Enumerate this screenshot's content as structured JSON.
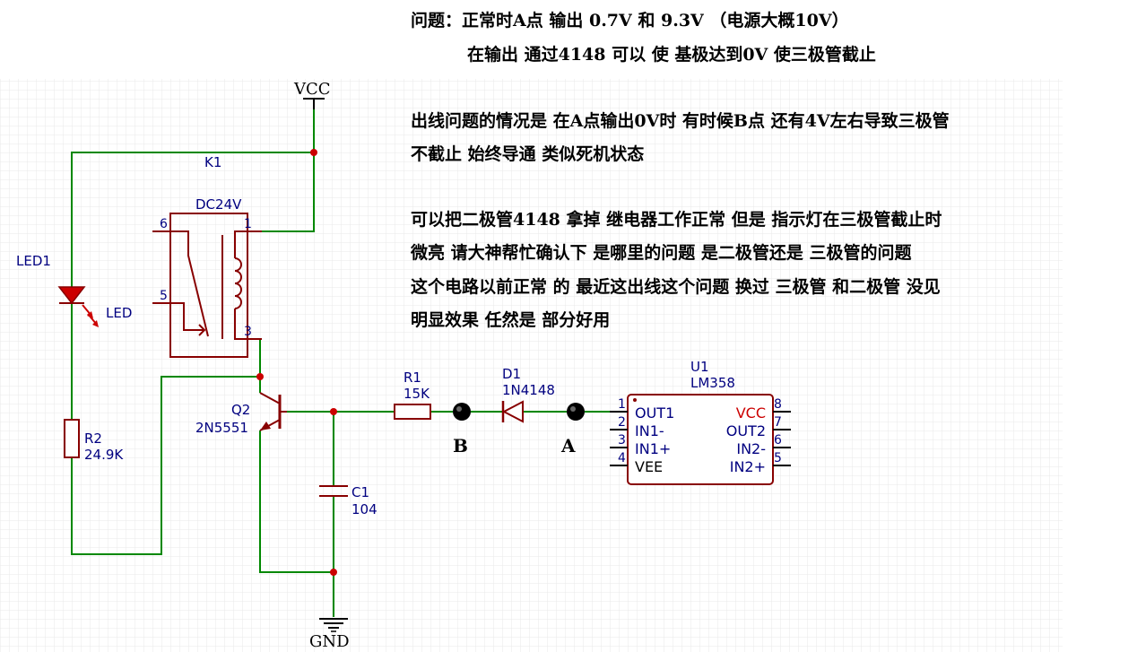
{
  "notes": {
    "line1": "问题：正常时A点 输出 0.7V  和 9.3V    （电源大概10V）",
    "line2": "在输出 通过4148  可以 使 基极达到0V  使三极管截止",
    "line3": "出线问题的情况是  在A点输出0V时  有时候B点  还有4V左右导致三极管",
    "line4": "不截止  始终导通 类似死机状态",
    "line5": "可以把二极管4148 拿掉  继电器工作正常 但是  指示灯在三极管截止时",
    "line6": "微亮  请大神帮忙确认下 是哪里的问题  是二极管还是  三极管的问题",
    "line7": "这个电路以前正常 的  最近这出线这个问题 换过 三极管 和二极管  没见",
    "line8": "明显效果  任然是 部分好用"
  },
  "schematic": {
    "vcc": "VCC",
    "gnd": "GND",
    "relay": {
      "ref": "K1",
      "value": "DC24V",
      "pin1": "1",
      "pin3": "3",
      "pin5": "5",
      "pin6": "6"
    },
    "led": {
      "ref": "LED1",
      "value": "LED"
    },
    "r2": {
      "ref": "R2",
      "value": "24.9K"
    },
    "q2": {
      "ref": "Q2",
      "value": "2N5551"
    },
    "r1": {
      "ref": "R1",
      "value": "15K"
    },
    "d1": {
      "ref": "D1",
      "value": "1N4148"
    },
    "c1": {
      "ref": "C1",
      "value": "104"
    },
    "point_a": "A",
    "point_b": "B",
    "u1": {
      "ref": "U1",
      "value": "LM358",
      "left_pins": [
        {
          "num": "1",
          "name": "OUT1"
        },
        {
          "num": "2",
          "name": "IN1-"
        },
        {
          "num": "3",
          "name": "IN1+"
        },
        {
          "num": "4",
          "name": "VEE"
        }
      ],
      "right_pins": [
        {
          "num": "8",
          "name": "VCC"
        },
        {
          "num": "7",
          "name": "OUT2"
        },
        {
          "num": "6",
          "name": "IN2-"
        },
        {
          "num": "5",
          "name": "IN2+"
        }
      ]
    }
  },
  "colors": {
    "wire": "#008800",
    "component": "#880000",
    "pin_text": "#000080",
    "junction": "#cc0000",
    "highlight_text": "#cc0000"
  }
}
